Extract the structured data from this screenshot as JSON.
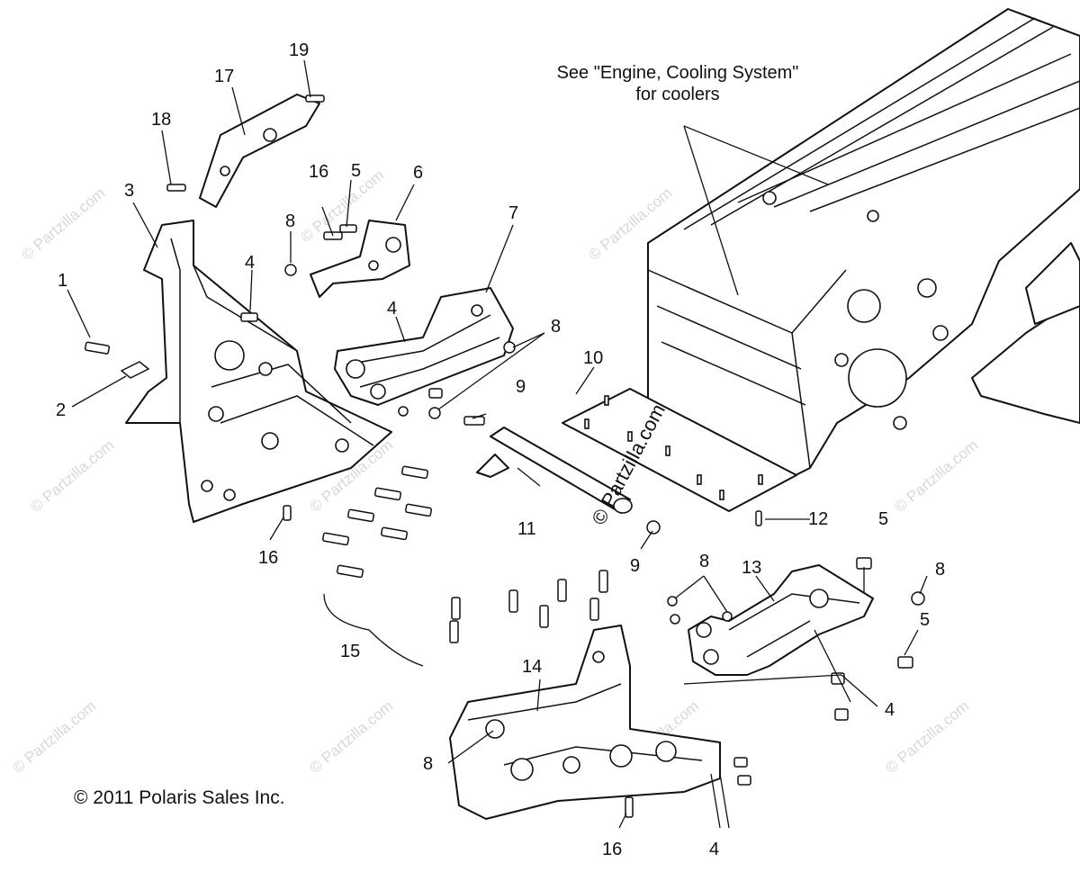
{
  "callouts": [
    {
      "id": "c1",
      "text": "1"
    },
    {
      "id": "c2",
      "text": "2"
    },
    {
      "id": "c3",
      "text": "3"
    },
    {
      "id": "c4a",
      "text": "4"
    },
    {
      "id": "c4b",
      "text": "4"
    },
    {
      "id": "c4c",
      "text": "4"
    },
    {
      "id": "c4d",
      "text": "4"
    },
    {
      "id": "c5a",
      "text": "5"
    },
    {
      "id": "c5b",
      "text": "5"
    },
    {
      "id": "c5c",
      "text": "5"
    },
    {
      "id": "c6",
      "text": "6"
    },
    {
      "id": "c7",
      "text": "7"
    },
    {
      "id": "c8a",
      "text": "8"
    },
    {
      "id": "c8b",
      "text": "8"
    },
    {
      "id": "c8c",
      "text": "8"
    },
    {
      "id": "c8d",
      "text": "8"
    },
    {
      "id": "c8e",
      "text": "8"
    },
    {
      "id": "c9a",
      "text": "9"
    },
    {
      "id": "c9b",
      "text": "9"
    },
    {
      "id": "c10",
      "text": "10"
    },
    {
      "id": "c11",
      "text": "11"
    },
    {
      "id": "c12",
      "text": "12"
    },
    {
      "id": "c13",
      "text": "13"
    },
    {
      "id": "c14",
      "text": "14"
    },
    {
      "id": "c15",
      "text": "15"
    },
    {
      "id": "c16a",
      "text": "16"
    },
    {
      "id": "c16b",
      "text": "16"
    },
    {
      "id": "c16c",
      "text": "16"
    },
    {
      "id": "c17",
      "text": "17"
    },
    {
      "id": "c18",
      "text": "18"
    },
    {
      "id": "c19",
      "text": "19"
    }
  ],
  "note": {
    "line1": "See \"Engine, Cooling System\"",
    "line2": "for coolers"
  },
  "copyright": "© 2011 Polaris Sales Inc.",
  "site_mark": "© Partzilla.com",
  "watermark": "© Partzilla.com"
}
